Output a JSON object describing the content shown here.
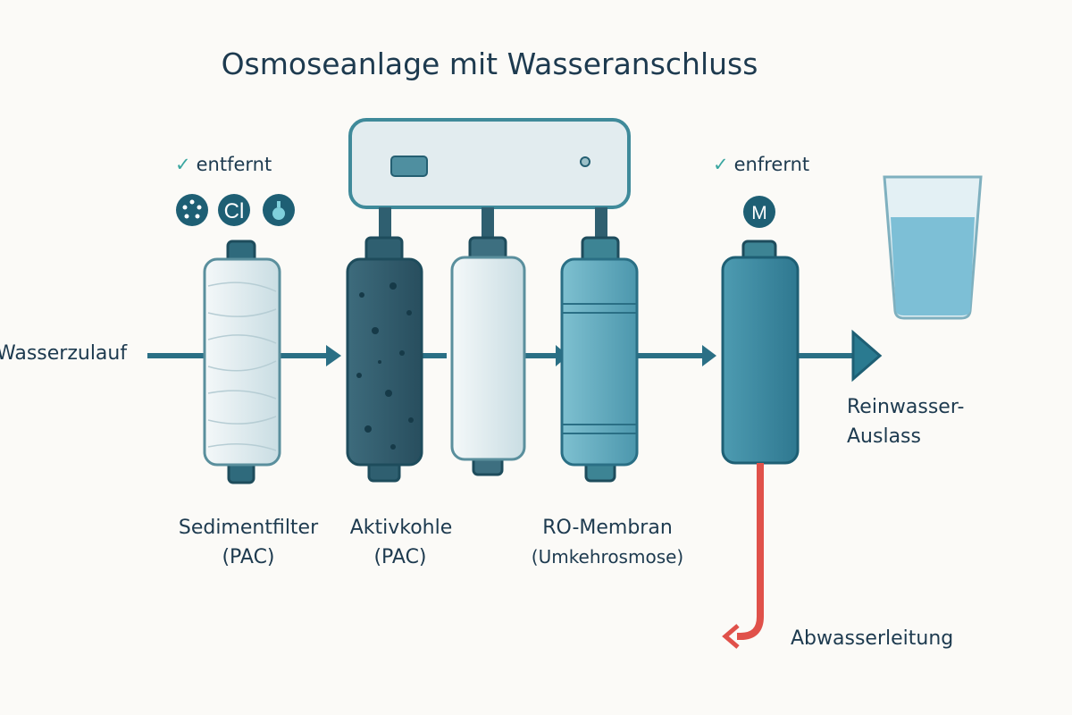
{
  "title": "Osmoseanlage mit Wasseranschluss",
  "inlet_label": "Wasserzulauf",
  "removed_left": {
    "label": "entfernt",
    "icons": [
      "particles-icon",
      "chlorine-icon",
      "droplet-icon"
    ],
    "chlorine_text": "Cl"
  },
  "removed_right": {
    "label": "enfrernt",
    "icon_text": "M"
  },
  "stages": [
    {
      "name": "Sedimentfilter",
      "sub": "(PAC)"
    },
    {
      "name": "Aktivkohle",
      "sub": "(PAC)"
    },
    {
      "name": "RO-Membran",
      "sub": "(Umkehrosmose)"
    }
  ],
  "outlet": {
    "line1": "Reinwasser-",
    "line2": "Auslass"
  },
  "waste_label": "Abwasserleitung",
  "colors": {
    "dark_teal": "#1e5f74",
    "accent": "#3aa6a0",
    "waste": "#e0514a",
    "arrow": "#2a6f85"
  }
}
